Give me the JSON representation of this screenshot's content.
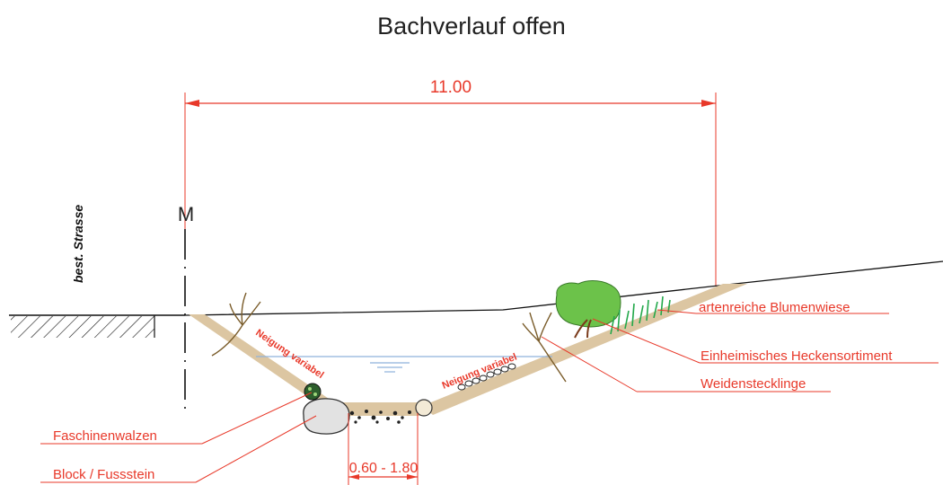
{
  "title": "Bachverlauf offen",
  "dimensions": {
    "width_total": "11.00",
    "bed_width": "0.60 - 1.80"
  },
  "axis_label": "M",
  "road_label": "best. Strasse",
  "slope_labels": {
    "left": "Neigung variabel",
    "right": "Neigung variabel"
  },
  "labels": {
    "blumenwiese": "artenreiche Blumenwiese",
    "hecken": "Einheimisches Heckensortiment",
    "weiden": "Weidenstecklinge",
    "faschinen": "Faschinenwalzen",
    "block": "Block / Fussstein"
  },
  "colors": {
    "accent": "#e8392a",
    "bank": "#dcc6a2",
    "water": "#8fb2dc",
    "shrub": "#6cc24a",
    "grass": "#22a84a"
  }
}
